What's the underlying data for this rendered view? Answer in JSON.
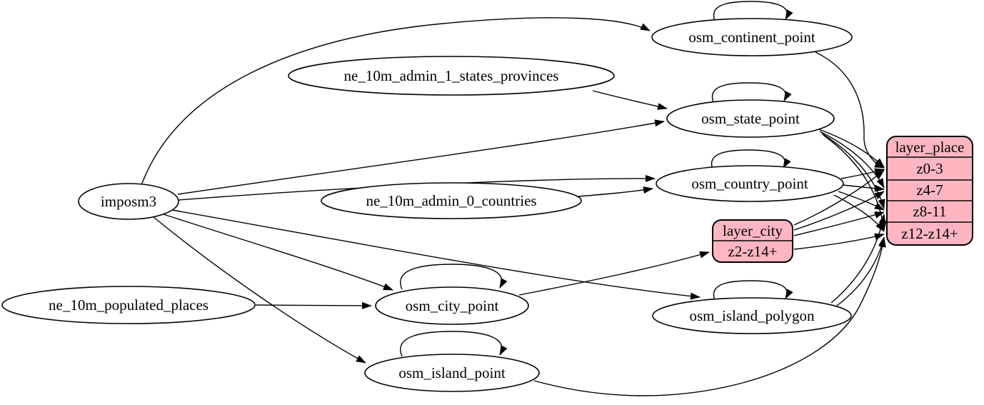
{
  "colors": {
    "record_fill": "#ffb6c1",
    "node_fill": "#ffffff",
    "edge": "#000000"
  },
  "nodes": {
    "imposm3": {
      "label": "imposm3"
    },
    "ne_10m_populated_places": {
      "label": "ne_10m_populated_places"
    },
    "ne_10m_admin_1_states_provinces": {
      "label": "ne_10m_admin_1_states_provinces"
    },
    "ne_10m_admin_0_countries": {
      "label": "ne_10m_admin_0_countries"
    },
    "osm_continent_point": {
      "label": "osm_continent_point"
    },
    "osm_state_point": {
      "label": "osm_state_point"
    },
    "osm_country_point": {
      "label": "osm_country_point"
    },
    "osm_city_point": {
      "label": "osm_city_point"
    },
    "osm_island_polygon": {
      "label": "osm_island_polygon"
    },
    "osm_island_point": {
      "label": "osm_island_point"
    }
  },
  "records": {
    "layer_city": {
      "title": "layer_city",
      "rows": [
        "z2-z14+"
      ]
    },
    "layer_place": {
      "title": "layer_place",
      "rows": [
        "z0-3",
        "z4-7",
        "z8-11",
        "z12-z14+"
      ]
    }
  },
  "edges": [
    {
      "from": "imposm3",
      "to": "osm_continent_point"
    },
    {
      "from": "imposm3",
      "to": "osm_state_point"
    },
    {
      "from": "imposm3",
      "to": "osm_country_point"
    },
    {
      "from": "imposm3",
      "to": "osm_city_point"
    },
    {
      "from": "imposm3",
      "to": "osm_island_polygon"
    },
    {
      "from": "imposm3",
      "to": "osm_island_point"
    },
    {
      "from": "ne_10m_admin_1_states_provinces",
      "to": "osm_state_point"
    },
    {
      "from": "ne_10m_admin_0_countries",
      "to": "osm_country_point"
    },
    {
      "from": "ne_10m_populated_places",
      "to": "osm_city_point"
    },
    {
      "from": "osm_continent_point",
      "to": "osm_continent_point"
    },
    {
      "from": "osm_state_point",
      "to": "osm_state_point"
    },
    {
      "from": "osm_country_point",
      "to": "osm_country_point"
    },
    {
      "from": "osm_city_point",
      "to": "osm_city_point"
    },
    {
      "from": "osm_island_polygon",
      "to": "osm_island_polygon"
    },
    {
      "from": "osm_island_point",
      "to": "osm_island_point"
    },
    {
      "from": "osm_continent_point",
      "to": "layer_place:z0-3"
    },
    {
      "from": "osm_state_point",
      "to": "layer_place:z0-3"
    },
    {
      "from": "osm_state_point",
      "to": "layer_place:z4-7"
    },
    {
      "from": "osm_state_point",
      "to": "layer_place:z8-11"
    },
    {
      "from": "osm_state_point",
      "to": "layer_place:z12-z14+"
    },
    {
      "from": "osm_country_point",
      "to": "layer_place:z0-3"
    },
    {
      "from": "osm_country_point",
      "to": "layer_place:z4-7"
    },
    {
      "from": "osm_country_point",
      "to": "layer_place:z8-11"
    },
    {
      "from": "osm_country_point",
      "to": "layer_place:z12-z14+"
    },
    {
      "from": "osm_city_point",
      "to": "layer_city:z2-z14+"
    },
    {
      "from": "layer_city",
      "to": "layer_place:z0-3"
    },
    {
      "from": "layer_city",
      "to": "layer_place:z4-7"
    },
    {
      "from": "layer_city",
      "to": "layer_place:z8-11"
    },
    {
      "from": "layer_city",
      "to": "layer_place:z12-z14+"
    },
    {
      "from": "osm_island_polygon",
      "to": "layer_place:z8-11"
    },
    {
      "from": "osm_island_polygon",
      "to": "layer_place:z12-z14+"
    },
    {
      "from": "osm_island_point",
      "to": "layer_place:z12-z14+"
    }
  ]
}
